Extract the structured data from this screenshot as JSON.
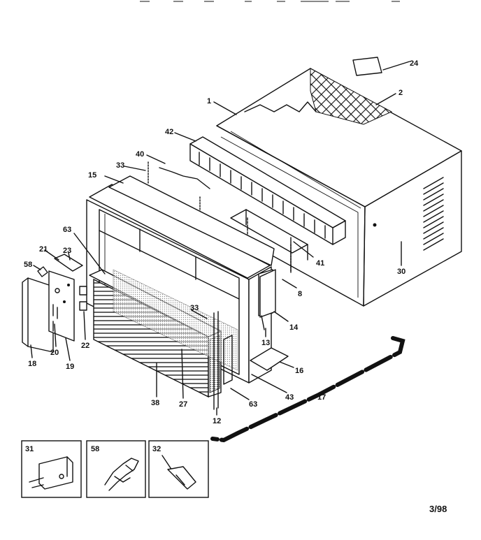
{
  "diagram": {
    "part_labels": {
      "p1": "1",
      "p2": "2",
      "p24": "24",
      "p42": "42",
      "p40": "40",
      "p33a": "33",
      "p15": "15",
      "p63a": "63",
      "p21": "21",
      "p23": "23",
      "p58": "58",
      "p41": "41",
      "p30": "30",
      "p8": "8",
      "p14": "14",
      "p13": "13",
      "p16": "16",
      "p22": "22",
      "p20": "20",
      "p18": "18",
      "p19": "19",
      "p33b": "33",
      "p38": "38",
      "p27": "27",
      "p12": "12",
      "p63b": "63",
      "p43": "43",
      "p17": "17"
    },
    "insets": {
      "a": "31",
      "b": "58",
      "c": "32"
    },
    "footer_code": "3/98"
  }
}
